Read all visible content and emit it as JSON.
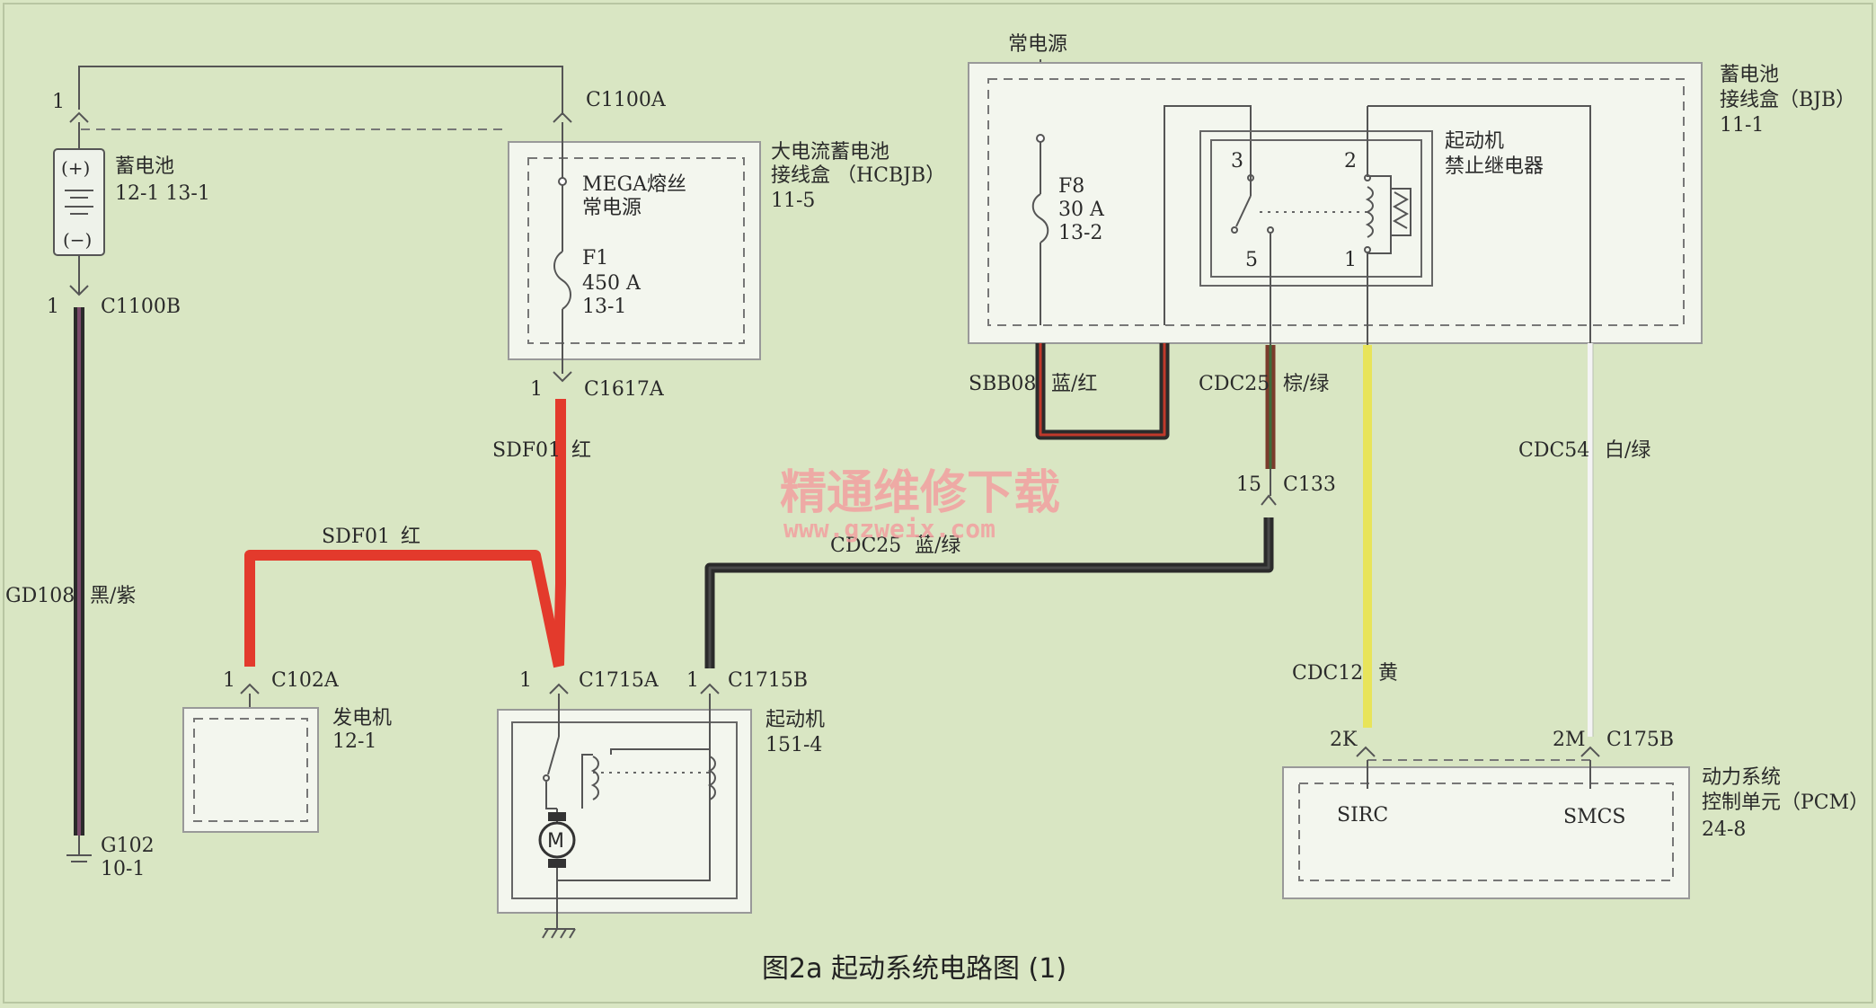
{
  "colors": {
    "background": "#d9e6c3",
    "red_wire": "#e33a2c",
    "black_wire": "#2b2b2b",
    "purple_stripe": "#7a4a6a",
    "yellow_wire": "#e8e45a",
    "brown_wire": "#7a3b2b",
    "white_wire": "#f4f4f4",
    "watermark": "#f2a0a0"
  },
  "caption": "图2a  起动系统电路图 (1)",
  "watermark": {
    "line1": "精通维修下载",
    "line2": "www.gzweix.com"
  },
  "battery": {
    "name": "蓄电池",
    "ref": "12-1    13-1",
    "plus": "(+)",
    "minus": "(−)"
  },
  "ground": {
    "name": "G102",
    "ref": "10-1"
  },
  "connectors": {
    "c1100a": {
      "name": "C1100A",
      "pin": "1"
    },
    "c1100b": {
      "name": "C1100B",
      "pin": "1"
    },
    "c1617a": {
      "name": "C1617A",
      "pin": "1"
    },
    "c102a": {
      "name": "C102A",
      "pin": "1"
    },
    "c1715a": {
      "name": "C1715A",
      "pin": "1"
    },
    "c1715b": {
      "name": "C1715B",
      "pin": "1"
    },
    "c133": {
      "name": "C133",
      "pin": "15"
    },
    "c175b": {
      "name": "C175B",
      "pin_sirc": "2K",
      "pin_smcs": "2M"
    }
  },
  "hcbjb": {
    "name_line1": "大电流蓄电池",
    "name_line2": "接线盒 （HCBJB）",
    "ref": "11-5",
    "fuse_title1": "MEGA熔丝",
    "fuse_title2": "常电源",
    "fuse_name": "F1",
    "fuse_rating": "450 A",
    "fuse_ref": "13-1"
  },
  "bjb": {
    "power_label": "常电源",
    "name_line1": "蓄电池",
    "name_line2": "接线盒（BJB）",
    "ref": "11-1",
    "fuse_name": "F8",
    "fuse_rating": "30 A",
    "fuse_ref": "13-2",
    "relay_line1": "起动机",
    "relay_line2": "禁止继电器",
    "pins": [
      "3",
      "2",
      "5",
      "1"
    ]
  },
  "generator": {
    "name": "发电机",
    "ref": "12-1"
  },
  "starter": {
    "name": "起动机",
    "ref": "151-4",
    "motor": "M"
  },
  "pcm": {
    "name_line1": "动力系统",
    "name_line2": "控制单元（PCM）",
    "ref": "24-8",
    "sirc": "SIRC",
    "smcs": "SMCS"
  },
  "wires": {
    "gd108": {
      "code": "GD108",
      "color": "黑/紫"
    },
    "sdf01_v": {
      "code": "SDF01",
      "color": "红"
    },
    "sdf01_h": {
      "code": "SDF01",
      "color": "红"
    },
    "sbb08": {
      "code": "SBB08",
      "color": "蓝/红"
    },
    "cdc25_top": {
      "code": "CDC25",
      "color": "棕/绿"
    },
    "cdc25_bottom": {
      "code": "CDC25",
      "color": "蓝/绿"
    },
    "cdc54": {
      "code": "CDC54",
      "color": "白/绿"
    },
    "cdc12": {
      "code": "CDC12",
      "color": "黄"
    }
  }
}
